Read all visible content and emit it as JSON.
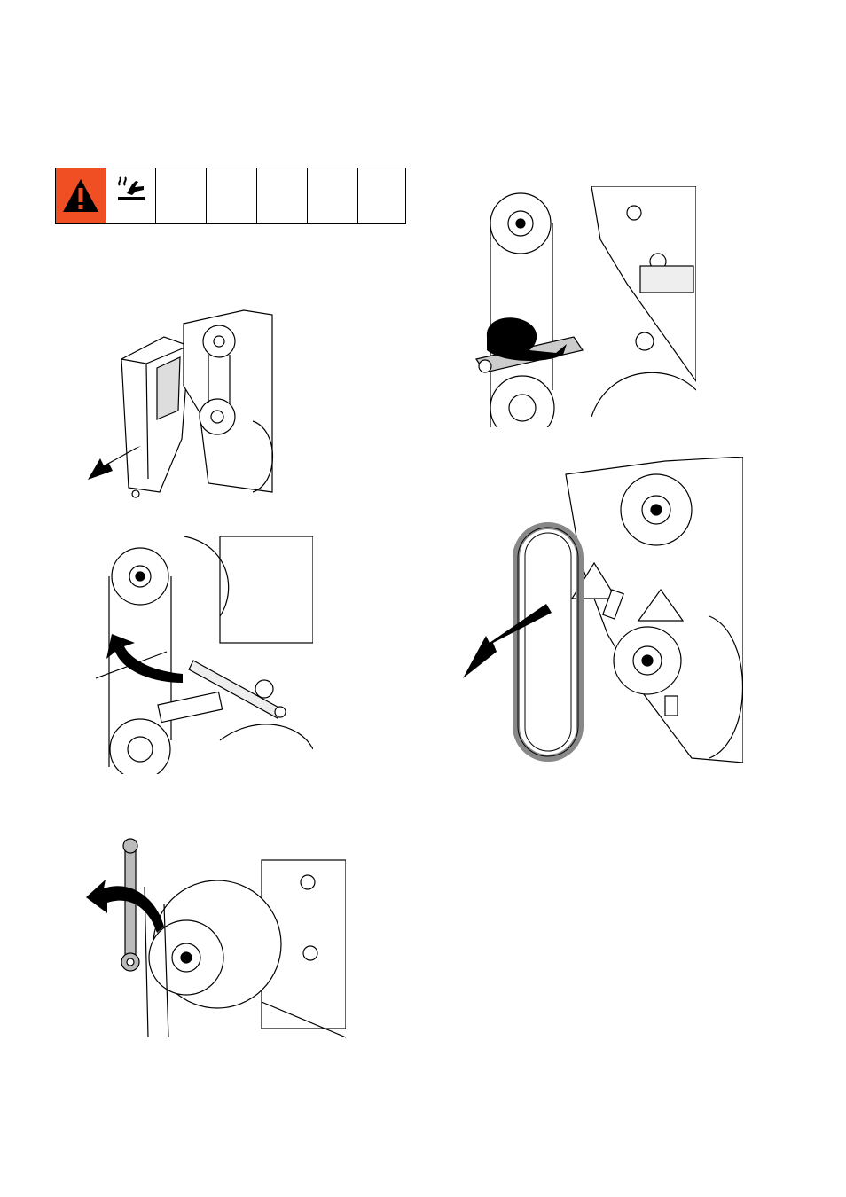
{
  "warning_table": {
    "icons": [
      "warning-triangle-icon",
      "hot-surface-icon"
    ],
    "colors": {
      "alert": "#f04e23",
      "line": "#000000"
    },
    "empty_cells": 5
  },
  "figures": [
    {
      "id": "remove-belt-guard",
      "icon": "arrow-left-down-icon"
    },
    {
      "id": "loosen-bolt-wrench",
      "icon": "curved-arrow-ccw-icon"
    },
    {
      "id": "rotate-idler-wrench",
      "icon": "curved-arrow-ccw-icon"
    },
    {
      "id": "adjust-tension-top",
      "icon": "curved-arrow-cw-icon"
    },
    {
      "id": "remove-drive-belt",
      "icon": "arrow-left-down-icon"
    }
  ]
}
